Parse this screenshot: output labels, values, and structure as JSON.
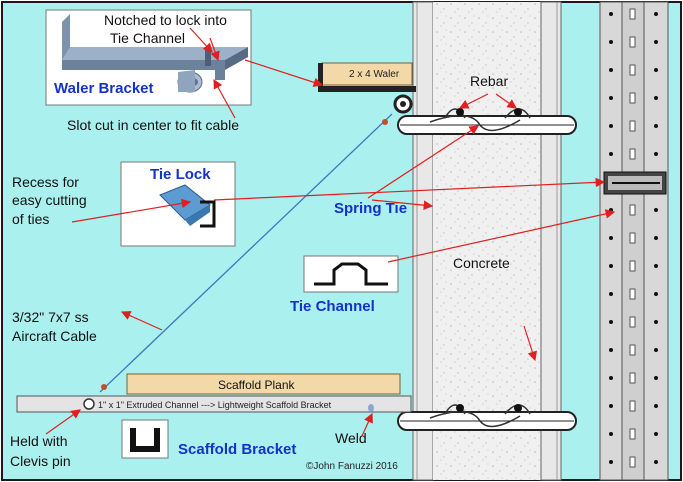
{
  "labels": {
    "notched": "Notched to lock into",
    "notched2": "Tie Channel",
    "waler_bracket": "Waler Bracket",
    "slot_cut": "Slot cut in center to fit cable",
    "waler": "2 x 4 Waler",
    "rebar": "Rebar",
    "recess1": "Recess for",
    "recess2": "easy cutting",
    "recess3": "of ties",
    "tie_lock": "Tie Lock",
    "spring_tie": "Spring Tie",
    "concrete": "Concrete",
    "tie_channel": "Tie Channel",
    "cable1": "3/32\"  7x7 ss",
    "cable2": "Aircraft Cable",
    "scaffold_plank": "Scaffold Plank",
    "channel": "1\" x 1\" Extruded Channel ---> Lightweight Scaffold Bracket",
    "held1": "Held with",
    "held2": "Clevis pin",
    "scaffold_bracket": "Scaffold Bracket",
    "weld": "Weld",
    "copyright": "©John Fanuzzi  2016"
  },
  "colors": {
    "background": "#aaf0ee",
    "concrete": "#efefef",
    "form": "#e6e6e6",
    "arrow": "#e02020",
    "label_blue": "#1432c8",
    "plank": "#f3d9a8"
  }
}
